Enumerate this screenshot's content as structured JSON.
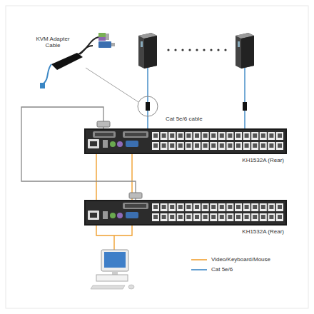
{
  "diagram": {
    "nodes": [
      {
        "text": [
          "KH1532A (Rear)"
        ]
      },
      {
        "text": [
          "KH1532A (Rear)"
        ]
      }
    ],
    "edges": [
      {
        "from": 0,
        "to": 1,
        "arrow": "none"
      }
    ],
    "labels": [
      "KVM Adapter Cable",
      "Cat 5e/6 cable"
    ],
    "legend": [
      {
        "text": "Video/Keyboard/Mouse"
      },
      {
        "text": "Cat 5e/6"
      }
    ]
  }
}
